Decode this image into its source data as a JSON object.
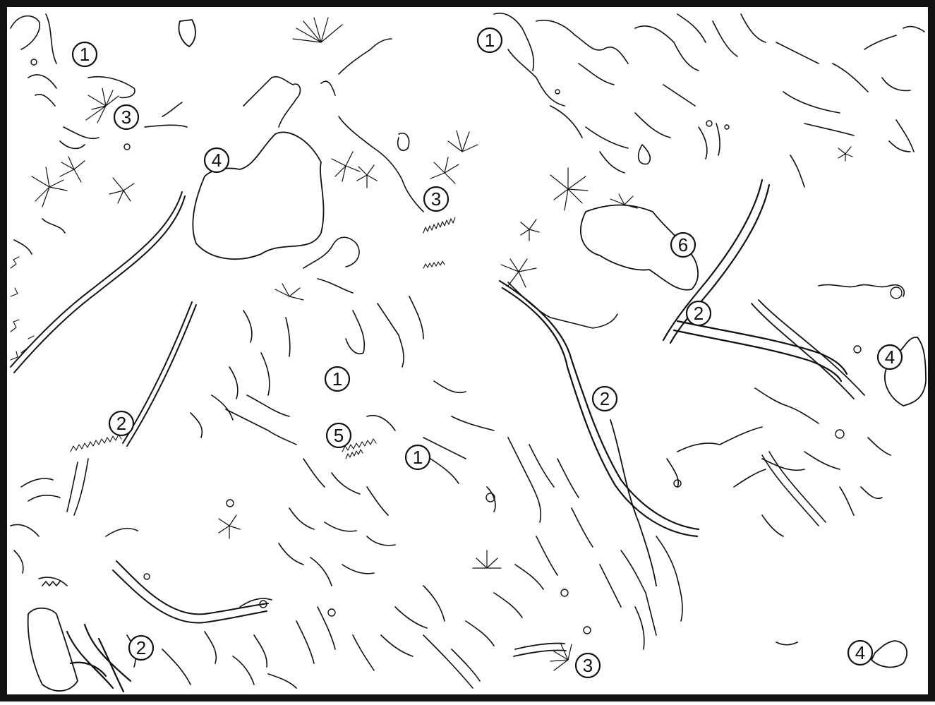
{
  "drawing": {
    "ink_color": "#111111",
    "frame_color": "#111111",
    "paper_color": "#ffffff"
  },
  "labels": [
    {
      "id": "l1a",
      "text": "1",
      "kind": "1"
    },
    {
      "id": "l1b",
      "text": "1",
      "kind": "1"
    },
    {
      "id": "l1c",
      "text": "1",
      "kind": "1"
    },
    {
      "id": "l1d",
      "text": "1",
      "kind": "1"
    },
    {
      "id": "l2a",
      "text": "2",
      "kind": "2"
    },
    {
      "id": "l2b",
      "text": "2",
      "kind": "2"
    },
    {
      "id": "l2c",
      "text": "2",
      "kind": "2"
    },
    {
      "id": "l2d",
      "text": "2",
      "kind": "2"
    },
    {
      "id": "l3a",
      "text": "3",
      "kind": "3"
    },
    {
      "id": "l3b",
      "text": "3",
      "kind": "3"
    },
    {
      "id": "l3c",
      "text": "3",
      "kind": "3"
    },
    {
      "id": "l4a",
      "text": "4",
      "kind": "4"
    },
    {
      "id": "l4b",
      "text": "4",
      "kind": "4"
    },
    {
      "id": "l4c",
      "text": "4",
      "kind": "4"
    },
    {
      "id": "l5a",
      "text": "5",
      "kind": "5"
    },
    {
      "id": "l6a",
      "text": "6",
      "kind": "6"
    }
  ]
}
